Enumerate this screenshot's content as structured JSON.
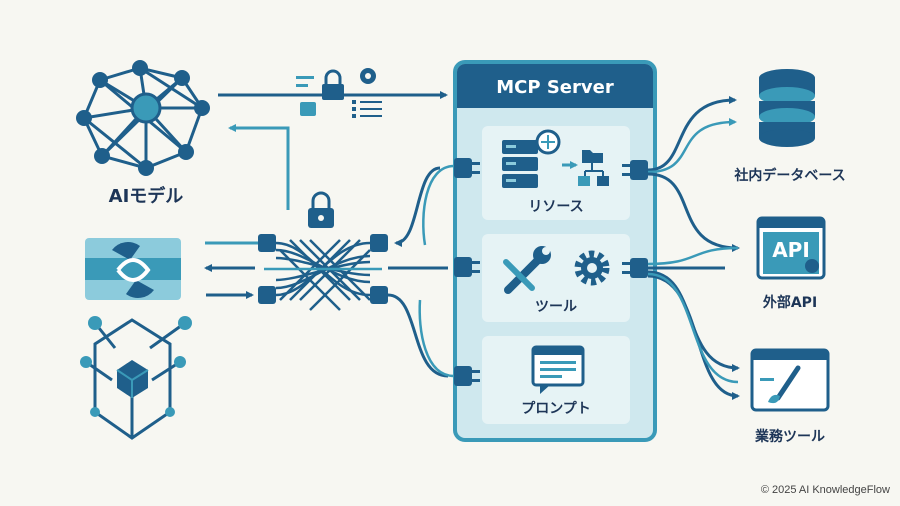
{
  "server": {
    "title": "MCP Server"
  },
  "sections": [
    {
      "label": "リソース"
    },
    {
      "label": "ツール"
    },
    {
      "label": "プロンプト"
    }
  ],
  "left": {
    "ai_model_label": "AIモデル"
  },
  "right": [
    {
      "label": "社内データベース",
      "icon": "database-icon"
    },
    {
      "label": "外部API",
      "icon": "api-window-icon",
      "badge": "API"
    },
    {
      "label": "業務ツール",
      "icon": "brush-window-icon"
    }
  ],
  "footer": {
    "copyright": "© 2025 AI KnowledgeFlow"
  },
  "colors": {
    "navy": "#1f5f8b",
    "dark": "#1d3557",
    "teal": "#3a9ab8",
    "light_teal": "#8ccbdc",
    "panel_fill": "#cfe8ee",
    "panel_inner": "#e6f3f5",
    "background": "#f7f7f2"
  }
}
